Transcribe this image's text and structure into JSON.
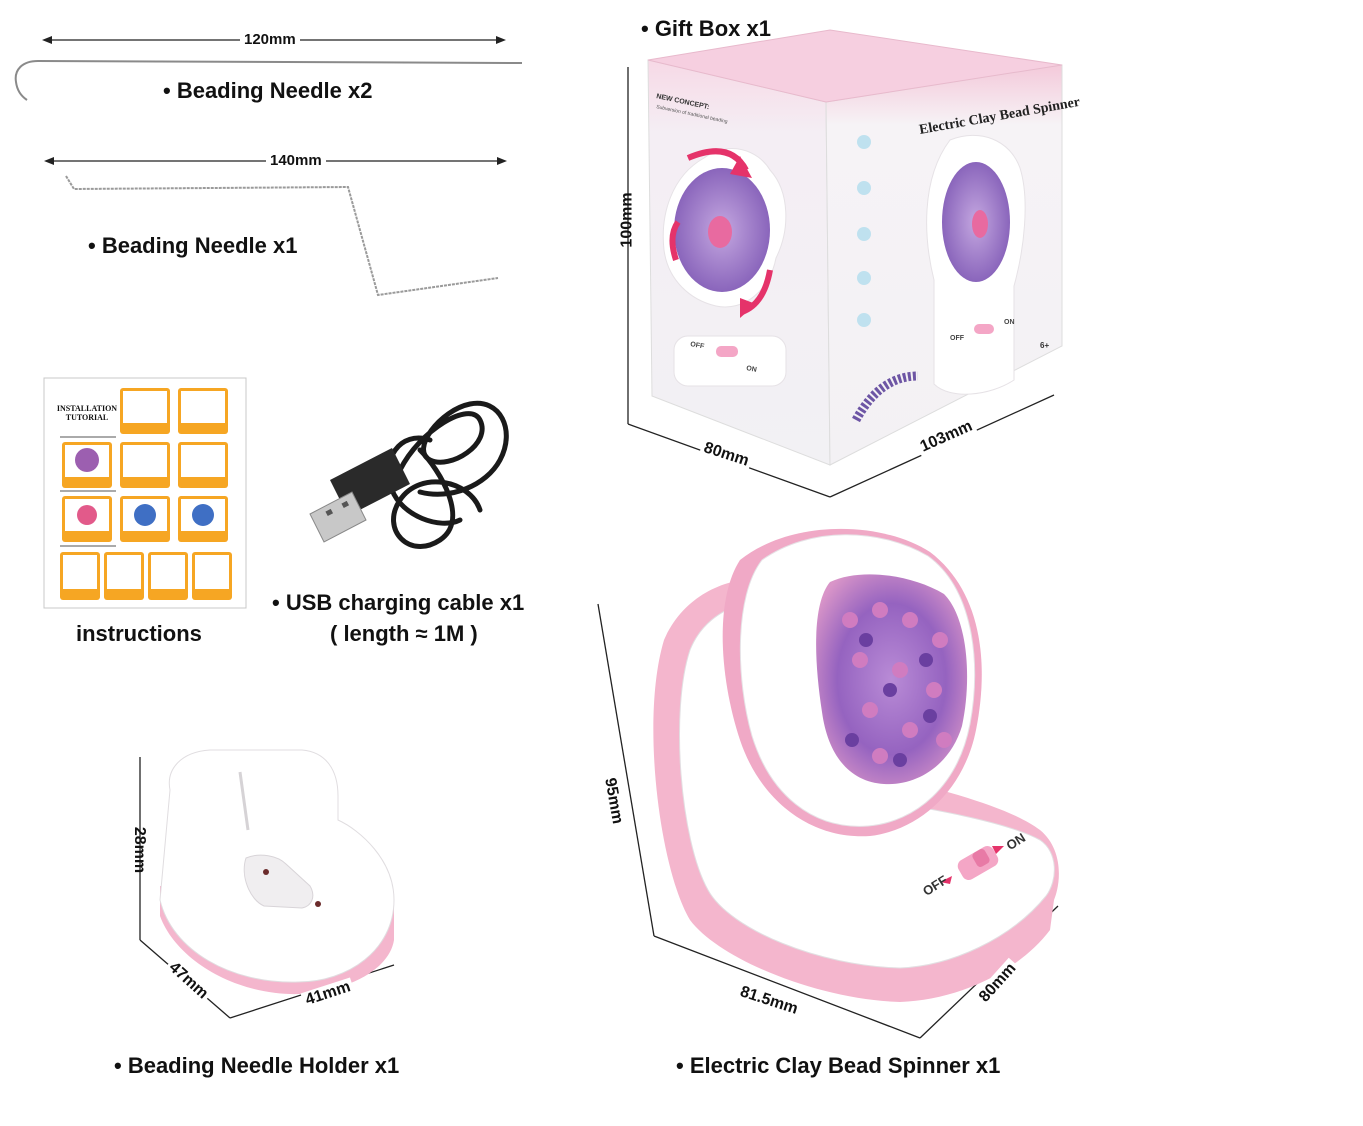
{
  "labels": {
    "needle_x2": "• Beading Needle x2",
    "needle_x1": "• Beading Needle x1",
    "gift_box": "• Gift Box x1",
    "instructions": "instructions",
    "usb_cable": "• USB charging cable x1",
    "usb_length": "( length ≈ 1M )",
    "holder": "• Beading Needle Holder x1",
    "spinner": "• Electric Clay Bead Spinner x1"
  },
  "dimensions": {
    "needle_x2_length": "120mm",
    "needle_x1_length": "140mm",
    "box_height": "100mm",
    "box_width": "80mm",
    "box_depth": "103mm",
    "holder_height": "28mm",
    "holder_width": "47mm",
    "holder_depth": "41mm",
    "spinner_height": "95mm",
    "spinner_width": "81.5mm",
    "spinner_depth": "80mm"
  },
  "gift_box": {
    "title": "Electric Clay Bead Spinner",
    "concept_heading": "NEW CONCEPT:",
    "concept_sub": "Subversion of traditional beading",
    "switch_off": "OFF",
    "switch_on": "ON",
    "age": "6+"
  },
  "instructions_sheet": {
    "heading": "INSTALLATION TUTORIAL"
  },
  "spinner_switch": {
    "off": "OFF",
    "on": "ON"
  },
  "colors": {
    "pink": "#f2b8cf",
    "pink_dark": "#e87aa6",
    "purple": "#9b6fc6",
    "arrow": "#e5336a",
    "orange": "#f6a623"
  }
}
